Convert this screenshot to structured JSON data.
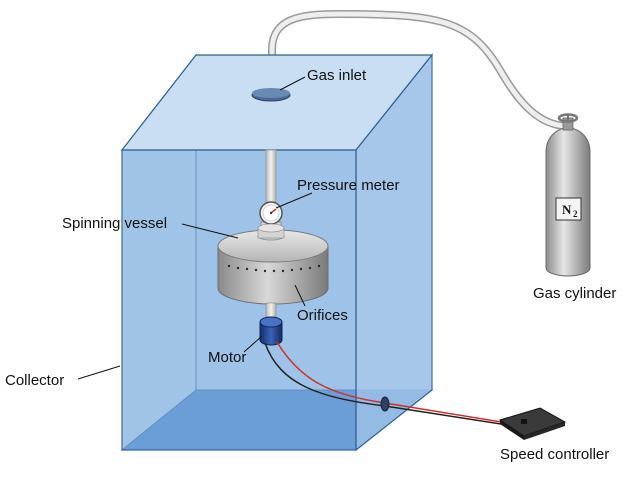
{
  "labels": {
    "gas_inlet": "Gas inlet",
    "pressure_meter": "Pressure meter",
    "spinning_vessel": "Spinning vessel",
    "orifices": "Orifices",
    "motor": "Motor",
    "collector": "Collector",
    "gas_cylinder": "Gas cylinder",
    "speed_controller": "Speed controller",
    "cylinder_gas": "N",
    "cylinder_gas_sub": "2"
  },
  "colors": {
    "collector_face": "#9ec3e8",
    "collector_floor": "#3f7fc8",
    "collector_edge": "#2f5f90",
    "vessel": "#a8a8a8",
    "motor": "#1f3f8a",
    "wire_red": "#d0302a",
    "wire_black": "#222222",
    "cylinder": "#b8b8b8"
  },
  "icons": [
    "gauge-icon",
    "cylinder-valve-icon"
  ]
}
